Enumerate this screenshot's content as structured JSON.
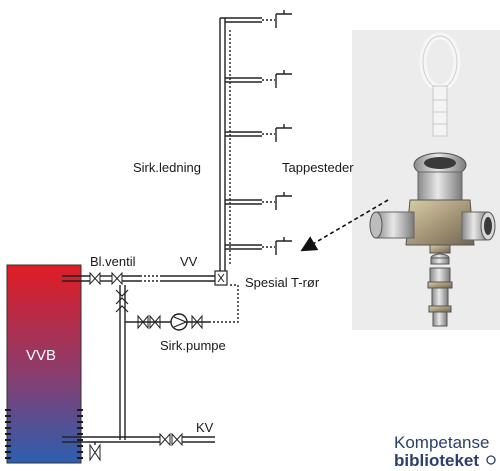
{
  "labels": {
    "tank": "VVB",
    "balance_valve": "Bl.ventil",
    "hot_water": "VV",
    "circ_line": "Sirk.ledning",
    "taps": "Tappesteder",
    "special_tee": "Spesial T-rør",
    "circ_pump": "Sirk.pumpe",
    "cold_water": "KV"
  },
  "brand": {
    "line1": "Kompetanse",
    "line2": "biblioteket"
  },
  "colors": {
    "tank_top": "#e01c24",
    "tank_bottom": "#2b5fb0",
    "photo_panel": "#ececec",
    "brand": "#2a3f6a"
  },
  "tap_points_count_visible": 5
}
